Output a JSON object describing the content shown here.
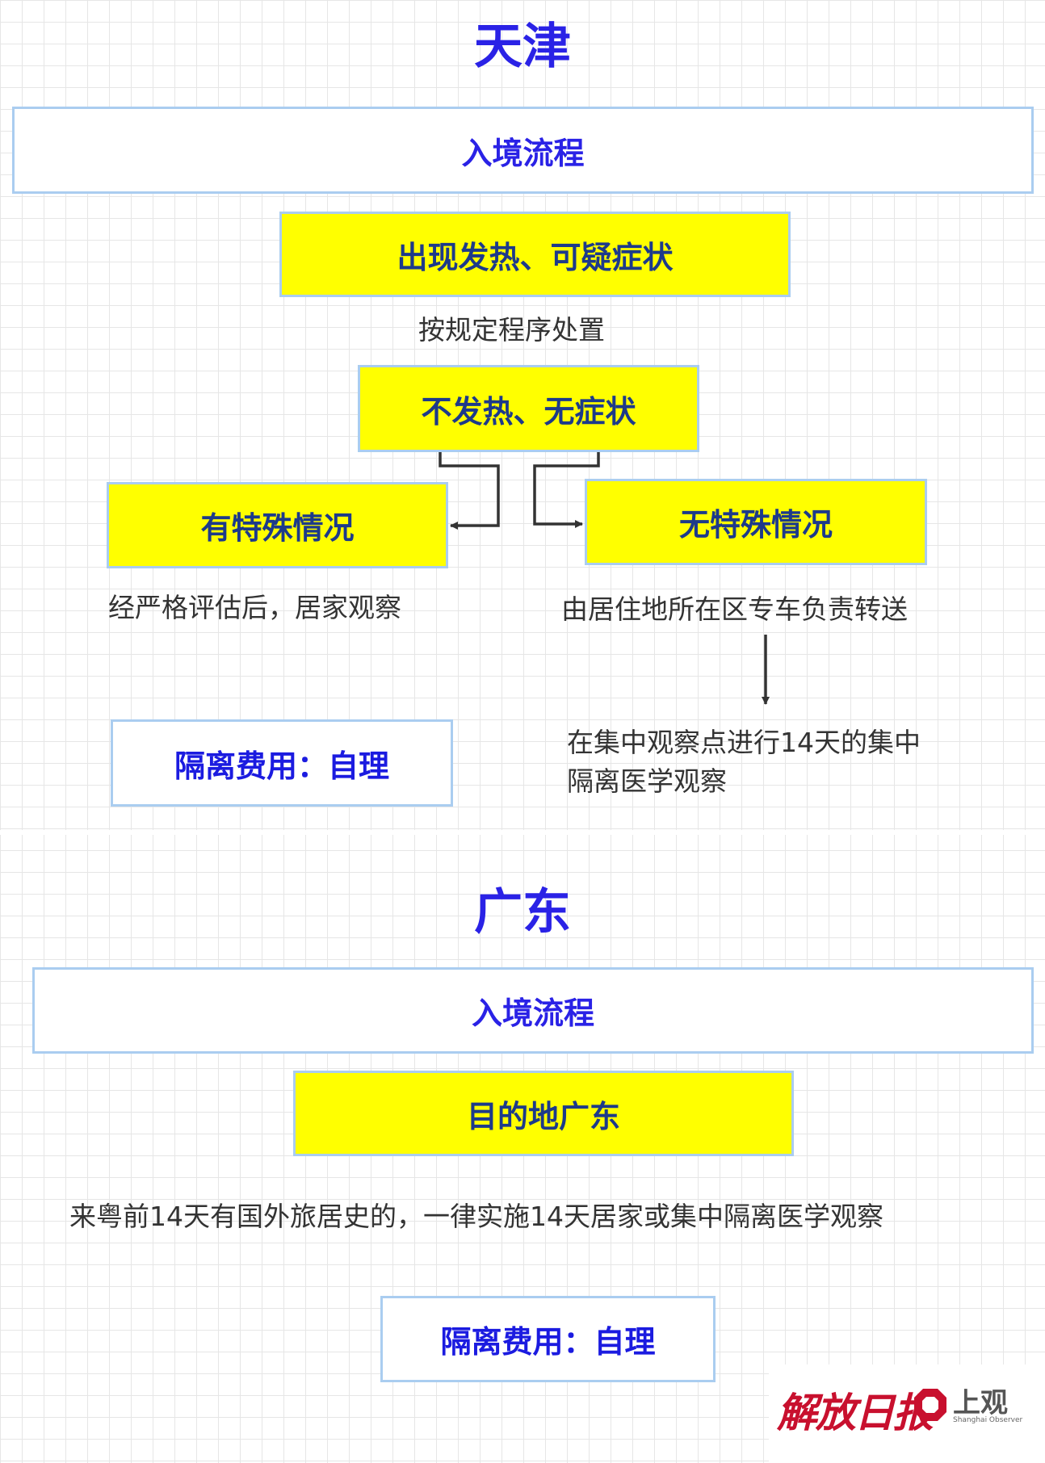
{
  "tianjin": {
    "title": "天津",
    "entry_process": "入境流程",
    "fever_box": "出现发热、可疑症状",
    "fever_action": "按规定程序处置",
    "no_fever_box": "不发热、无症状",
    "special_box": "有特殊情况",
    "special_action": "经严格评估后，居家观察",
    "no_special_box": "无特殊情况",
    "no_special_action": "由居住地所在区专车负责转送",
    "quarantine_text_line1": "在集中观察点进行14天的集中",
    "quarantine_text_line2": "隔离医学观察",
    "fee": "隔离费用：自理"
  },
  "guangdong": {
    "title": "广东",
    "entry_process": "入境流程",
    "destination_box": "目的地广东",
    "rule_text": "来粤前14天有国外旅居史的，一律实施14天居家或集中隔离医学观察",
    "fee": "隔离费用：自理"
  },
  "logos": {
    "jiefang": "解放日报",
    "shangguan": "上观",
    "shangguan_sub": "Shanghai Observer"
  },
  "colors": {
    "title_blue": "#2a22e6",
    "box_yellow": "#ffff00",
    "box_border": "#aacdf0",
    "box_text_navy": "#1d3a8a",
    "arrow": "#333333"
  }
}
